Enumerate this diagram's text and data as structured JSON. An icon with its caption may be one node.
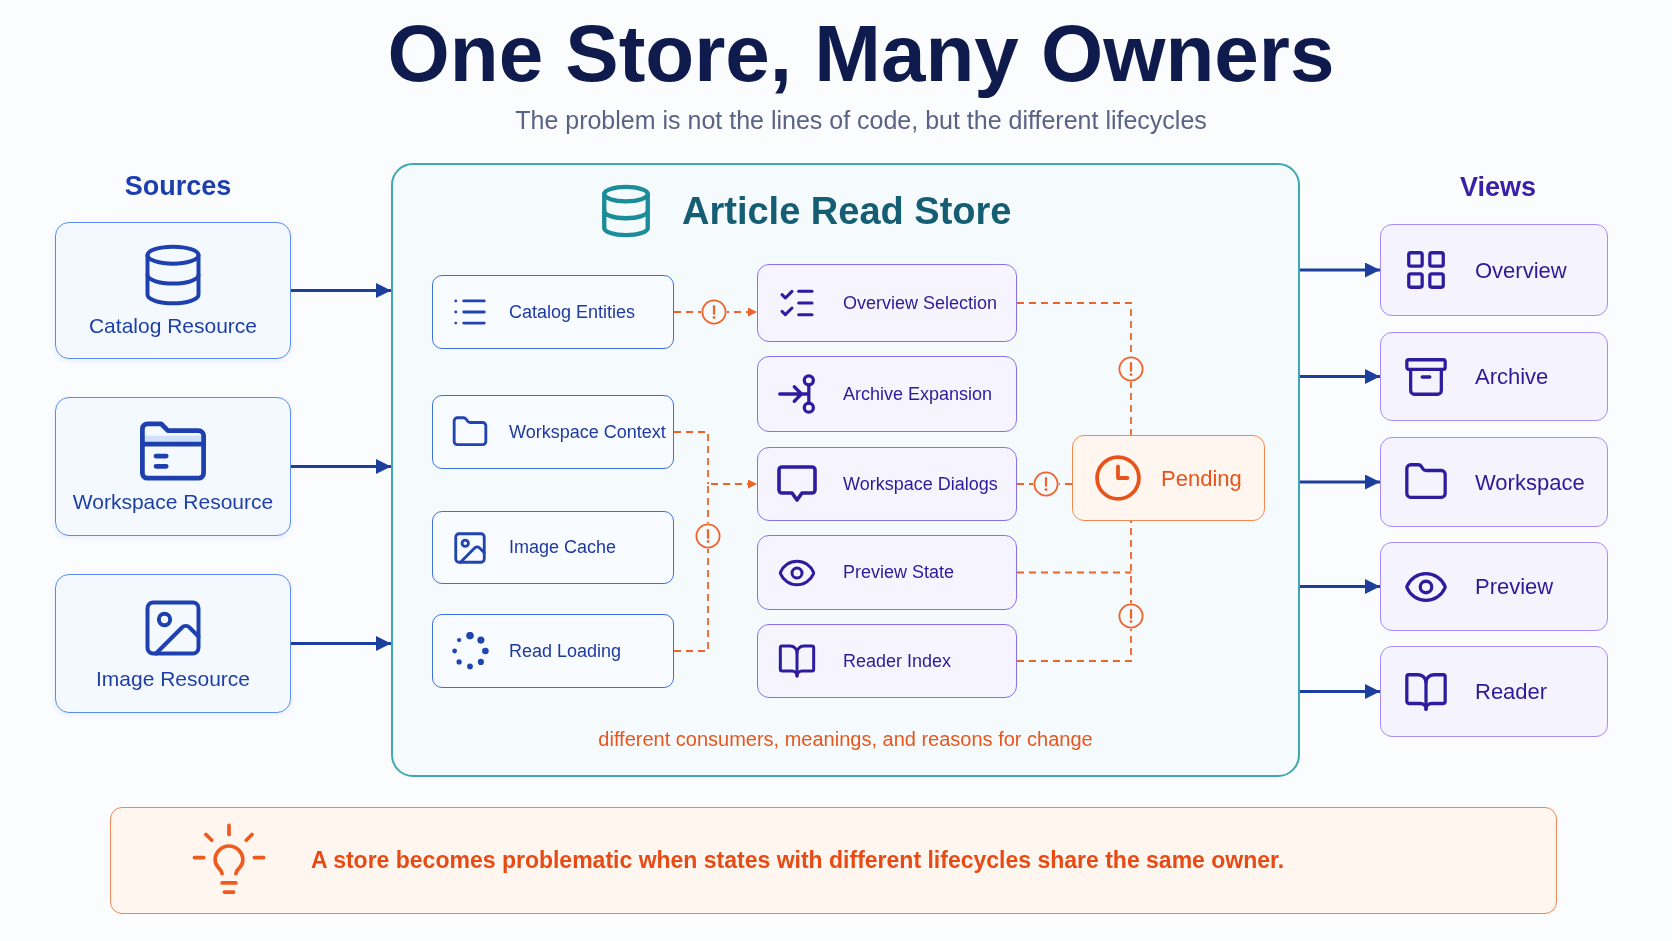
{
  "diagram": {
    "title": "One Store, Many Owners",
    "nodes": [
      {
        "text": [
          "Catalog Resource"
        ]
      },
      {
        "text": [
          "Workspace Resource"
        ]
      },
      {
        "text": [
          "Image Resource"
        ]
      },
      {
        "text": [
          "Article Read Store",
          "different consumers, meanings, and reasons for change"
        ]
      },
      {
        "text": [
          "Catalog Entities"
        ],
        "in": 3
      },
      {
        "text": [
          "Workspace Context"
        ],
        "in": 3
      },
      {
        "text": [
          "Image Cache"
        ],
        "in": 3
      },
      {
        "text": [
          "Read Loading"
        ],
        "in": 3
      },
      {
        "text": [
          "Overview Selection"
        ],
        "in": 3
      },
      {
        "text": [
          "Archive Expansion"
        ],
        "in": 3
      },
      {
        "text": [
          "Workspace Dialogs"
        ],
        "in": 3
      },
      {
        "text": [
          "Preview State"
        ],
        "in": 3
      },
      {
        "text": [
          "Reader Index"
        ],
        "in": 3
      },
      {
        "text": [
          "Pending"
        ],
        "in": 3
      },
      {
        "text": [
          "Overview"
        ]
      },
      {
        "text": [
          "Archive"
        ]
      },
      {
        "text": [
          "Workspace"
        ]
      },
      {
        "text": [
          "Preview"
        ]
      },
      {
        "text": [
          "Reader"
        ]
      },
      {
        "text": [
          "A store becomes problematic when states with different lifecycles share the same owner."
        ]
      }
    ],
    "edges": [
      {
        "from": 0,
        "to": 3,
        "arrow": "to"
      },
      {
        "from": 1,
        "to": 3,
        "arrow": "to"
      },
      {
        "from": 2,
        "to": 3,
        "arrow": "to"
      },
      {
        "from": 4,
        "to": 8,
        "arrow": "to",
        "style": "dashed",
        "color": "#f0622a"
      },
      {
        "from": 5,
        "to": 10,
        "arrow": "to",
        "style": "dashed",
        "color": "#f0622a"
      },
      {
        "from": 7,
        "to": 10,
        "arrow": "to",
        "style": "dashed",
        "color": "#f0622a"
      },
      {
        "from": 8,
        "to": 13,
        "arrow": "none",
        "style": "dashed",
        "color": "#f0622a"
      },
      {
        "from": 10,
        "to": 13,
        "arrow": "none",
        "style": "dashed",
        "color": "#f0622a"
      },
      {
        "from": 11,
        "to": 13,
        "arrow": "none",
        "style": "dashed",
        "color": "#f0622a"
      },
      {
        "from": 12,
        "to": 13,
        "arrow": "none",
        "style": "dashed",
        "color": "#f0622a"
      },
      {
        "from": 3,
        "to": 14,
        "arrow": "to"
      },
      {
        "from": 3,
        "to": 15,
        "arrow": "to"
      },
      {
        "from": 3,
        "to": 16,
        "arrow": "to"
      },
      {
        "from": 3,
        "to": 17,
        "arrow": "to"
      },
      {
        "from": 3,
        "to": 18,
        "arrow": "to"
      }
    ],
    "labels": [
      "The problem is not the lines of code, but the different lifecycles",
      "Sources",
      "Views"
    ]
  }
}
